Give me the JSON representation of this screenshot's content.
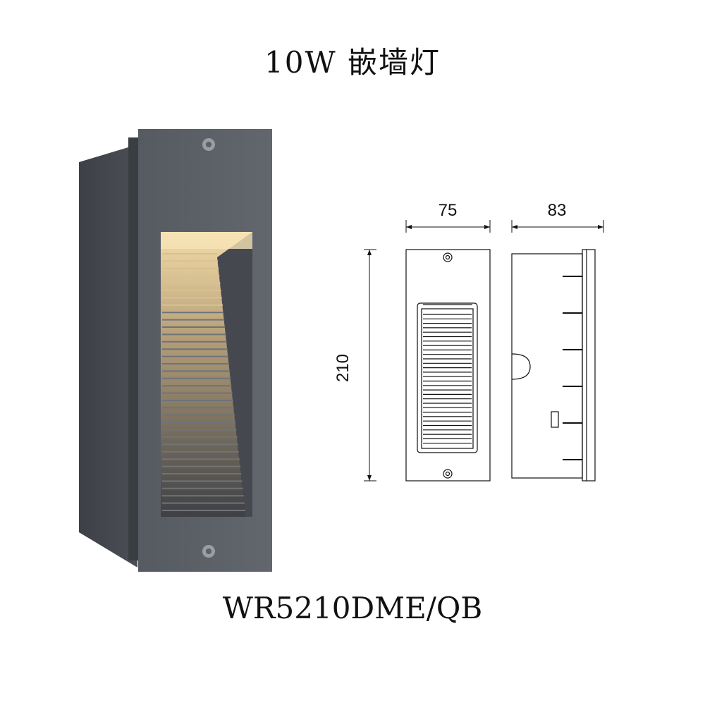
{
  "title": "10W 嵌墙灯",
  "model": "WR5210DME/QB",
  "dimensions": {
    "width": "75",
    "depth": "83",
    "height": "210"
  },
  "colors": {
    "housing": "#4a4e54",
    "faceplate": "#5b5f66",
    "light": "#e9c98c"
  }
}
